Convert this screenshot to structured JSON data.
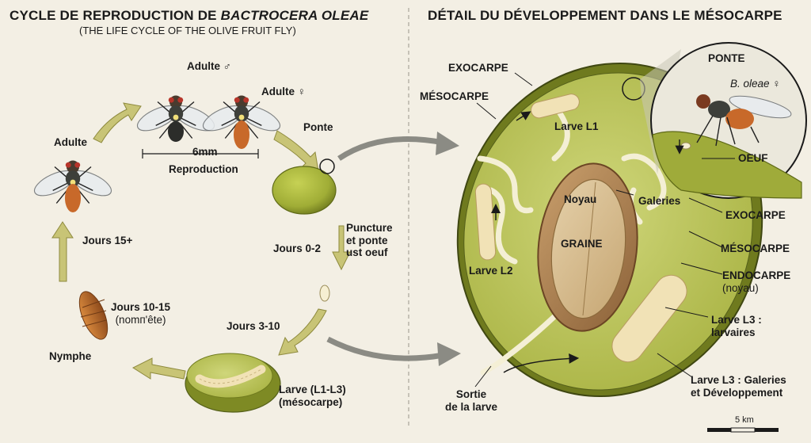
{
  "left": {
    "title_prefix": "CYCLE DE REPRODUCTION DE ",
    "title_species": "BACTROCERA OLEAE",
    "subtitle": "(THE LIFE CYCLE OF THE OLIVE FRUIT FLY)",
    "adult_male": "Adulte ♂",
    "adult_female": "Adulte ♀",
    "adult_left": "Adulte",
    "size": "6mm",
    "reproduction": "Reproduction",
    "ponte": "Ponte",
    "puncture_1": "Puncture",
    "puncture_2": "et ponte",
    "puncture_3": "ust oeuf",
    "jours_0_2": "Jours 0-2",
    "jours_3_10": "Jours 3-10",
    "jours_10_15": "Jours 10-15",
    "nymph_note": "(nomп'ête)",
    "nymphe": "Nymphe",
    "jours_15": "Jours 15+",
    "larve_1": "Larve (L1-L3)",
    "larve_2": "(mésocarpe)"
  },
  "right": {
    "title": "DÉTAIL DU DÉVELOPPEMENT DANS LE MÉSOCARPE",
    "exocarpe_top": "EXOCARPE",
    "mesocarpe_top": "MÉSOCARPE",
    "larve_l1": "Larve L1",
    "larve_l2": "Larve L2",
    "noyau": "Noyau",
    "graine": "GRAINE",
    "galeries": "Galeries",
    "exocarpe_r": "EXOCARPE",
    "mesocarpe_r": "MÉSOCARPE",
    "endocarpe": "ENDOCARPE",
    "endocarpe_note": "(noyau)",
    "l3_1": "Larve L3 :",
    "l3_2": "larvaires",
    "l3g_1": "Larve L3 : Galeries",
    "l3g_2": "et Développement",
    "sortie_1": "Sortie",
    "sortie_2": "de la larve",
    "ponte": "PONTE",
    "species": "B. oleae",
    "female_sym": "♀",
    "oeuf": "OEUF",
    "scale": "5 km"
  },
  "colors": {
    "background": "#f3efe4",
    "olive": "#a6b23a",
    "olive_dark": "#6f7a1e",
    "pit": "#b48a5c",
    "seed": "#d8c09a",
    "larva": "#f1e2b6",
    "arrow": "#c8c476",
    "pupa": "#b86a2c",
    "fly_orange": "#c8692a"
  }
}
